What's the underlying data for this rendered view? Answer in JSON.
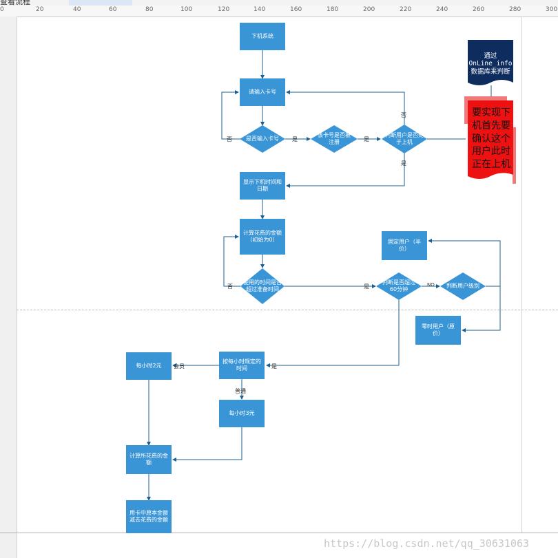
{
  "tabs": [
    "查看流程",
    ""
  ],
  "ruler": {
    "labels": [
      "0",
      "20",
      "40",
      "60",
      "80",
      "100",
      "120",
      "140",
      "160",
      "180",
      "200",
      "220",
      "240",
      "260",
      "280",
      "300"
    ]
  },
  "nodes": {
    "start": "下机系统",
    "input_card": "请输入卡号",
    "is_input": "是否输入卡号",
    "is_registered": "该卡号是否被注册",
    "is_online": "判断用户是否处于上机",
    "show_time": "显示下机时间和日期",
    "calc_cost": "计算花费的金额（初始为0）",
    "over_prepare": "使用的时间是否超过准备时间",
    "over_60": "判断是否超过60分钟",
    "user_level": "判断用户级别",
    "fixed_user": "固定用户（半价）",
    "temp_user": "零时用户（原价）",
    "hourly_rule": "按每小时规定的时间",
    "member_price": "每小时2元",
    "normal_price": "每小时3元",
    "calc_total": "计算所花费的金额",
    "deduct": "用卡中原本金额减去花费的金额"
  },
  "labels": {
    "no1": "否",
    "yes1": "是",
    "yes2": "是",
    "no2": "否",
    "yes3": "是",
    "no3": "否",
    "yes4": "是",
    "no_en": "NO",
    "yes5": "是",
    "member": "会员",
    "normal": "普通"
  },
  "notes": {
    "db_note": "通过OnLine_info数据库来判断",
    "red_note": "要实现下机首先要确认这个用户此时正在上机"
  },
  "watermark": "https://blog.csdn.net/qq_30631063",
  "colors": {
    "node": "#3a95d6",
    "note_dark": "#0e2d5e",
    "note_red": "#ee1111"
  }
}
